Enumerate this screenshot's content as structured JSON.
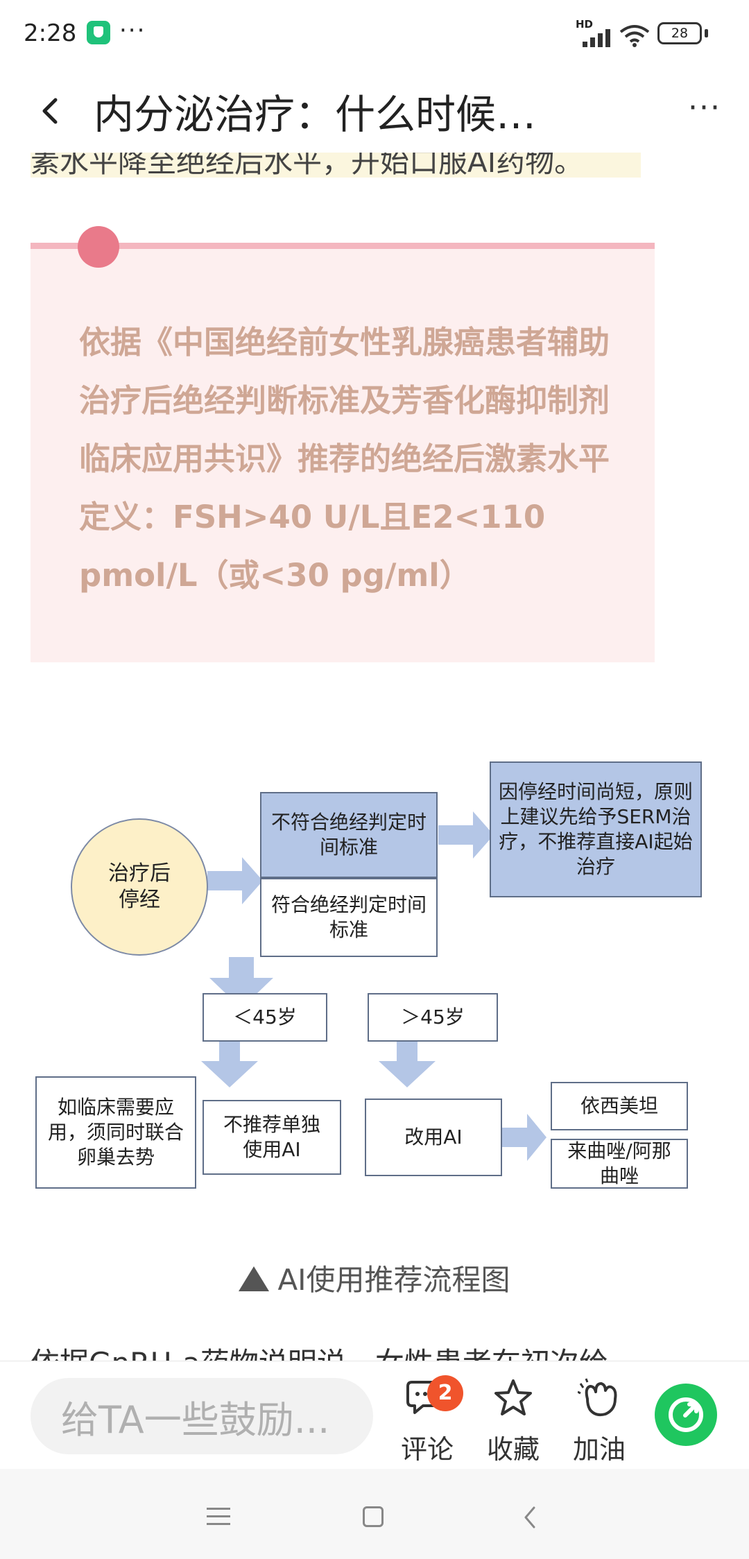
{
  "status_bar": {
    "time": "2:28",
    "dots": "···",
    "hd": "HD",
    "battery": "28"
  },
  "title_bar": {
    "title": "内分泌治疗：什么时候…",
    "more": "···"
  },
  "article": {
    "partial_top_line": "素水平降至绝经后水平，开始口服AI药物。",
    "quote": "依据《中国绝经前女性乳腺癌患者辅助治疗后绝经判断标准及芳香化酶抑制剂临床应用共识》推荐的绝经后激素水平定义：FSH>40 U/L且E2<110 pmol/L（或<30 pg/ml）",
    "caption": "AI使用推荐流程图",
    "partial_bottom_line": "依据GnRH-a药物说明说，女性患者在初次给"
  },
  "flowchart": {
    "start": "治疗后停经",
    "not_meet": "不符合绝经判定时间标准",
    "not_meet_result": "因停经时间尚短，原则上建议先给予SERM治疗，不推荐直接AI起始治疗",
    "meet": "符合绝经判定时间标准",
    "under_45": "＜45岁",
    "over_45": "＞45岁",
    "if_needed": "如临床需要应用，须同时联合卵巢去势",
    "not_recommended": "不推荐单独使用AI",
    "switch_ai": "改用AI",
    "drug_1": "依西美坦",
    "drug_2": "来曲唑/阿那曲唑"
  },
  "action_bar": {
    "comment_placeholder": "给TA一些鼓励...",
    "comment_label": "评论",
    "comment_count": "2",
    "favorite_label": "收藏",
    "cheer_label": "加油"
  },
  "icons": {
    "back": "back-arrow-icon",
    "more": "more-icon",
    "comment": "comment-bubble-icon",
    "favorite": "star-icon",
    "cheer": "clap-hand-icon",
    "share": "share-icon"
  },
  "colors": {
    "quote_bg": "#fdefef",
    "quote_text": "#cfa795",
    "accent_pink": "#e97a8a",
    "flow_blue": "#b4c6e6",
    "flow_yellow": "#fdf0c8",
    "share_green": "#1fc65f",
    "badge_red": "#f0542c"
  }
}
